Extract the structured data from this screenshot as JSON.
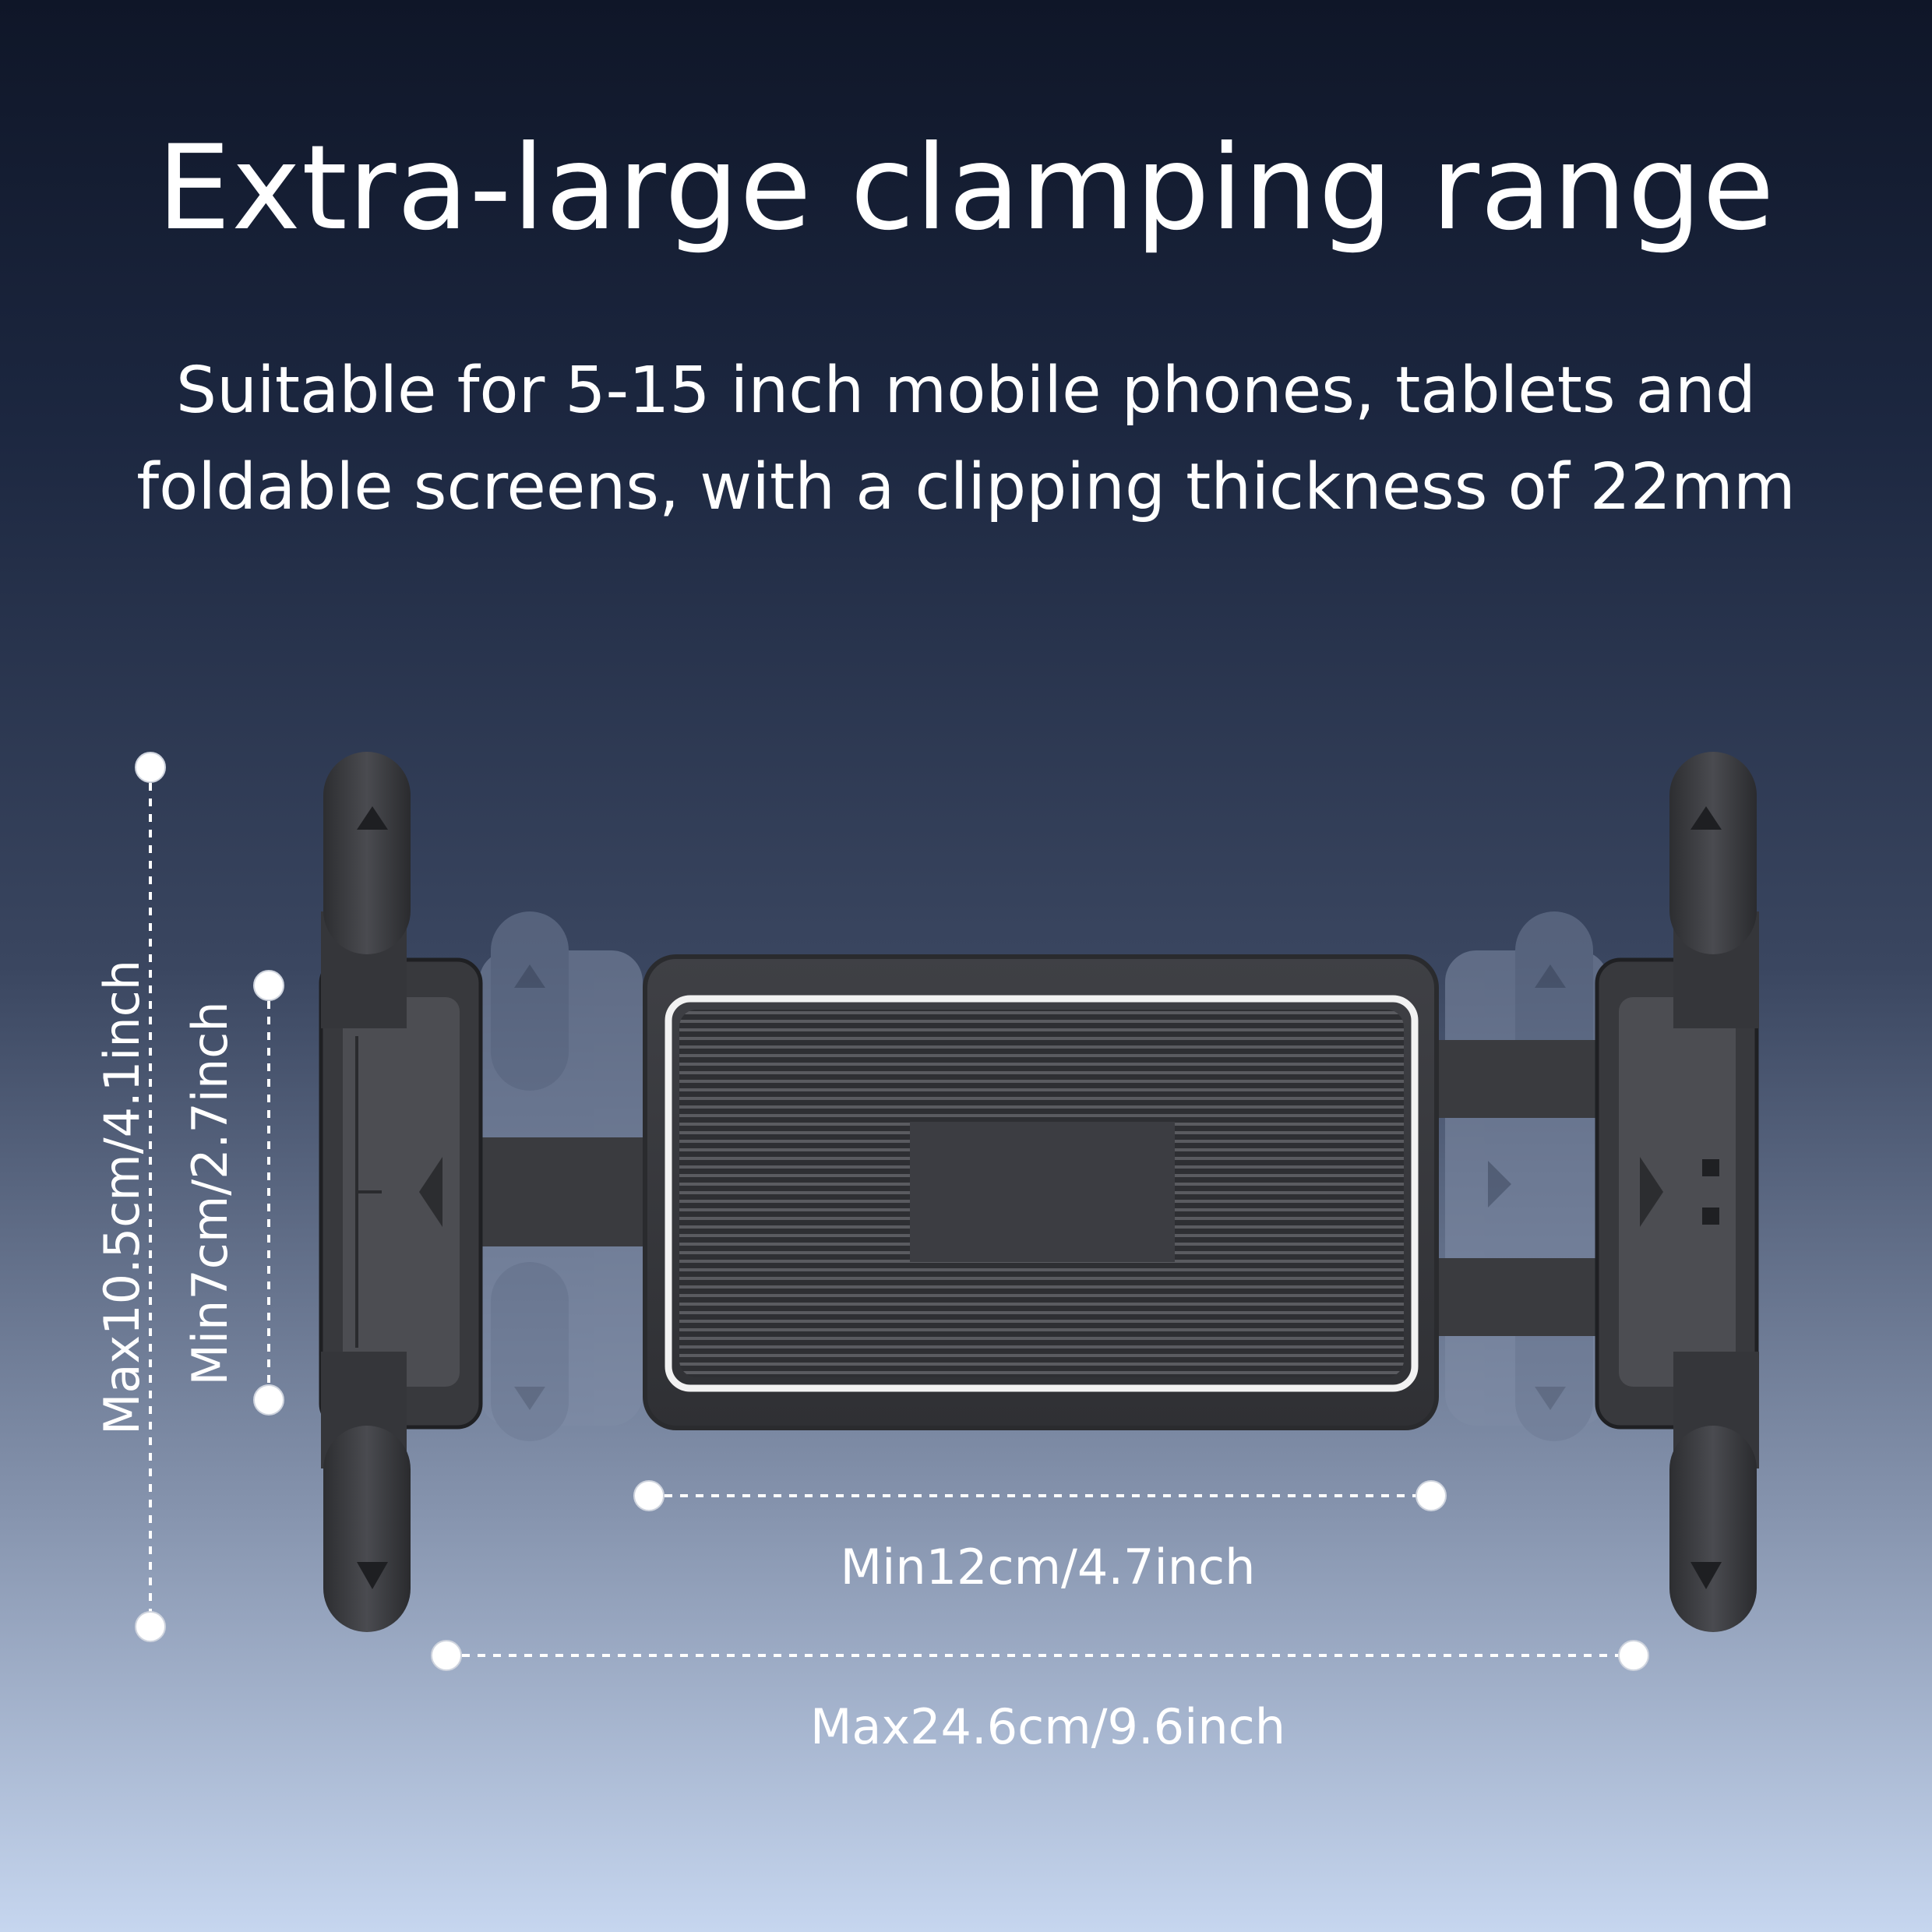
{
  "heading": {
    "title": "Extra-large clamping range",
    "subtitle_line1": "Suitable for 5-15 inch mobile phones, tablets and",
    "subtitle_line2": "foldable screens, with a clipping thickness of 22mm"
  },
  "dimensions": {
    "max_height": "Max10.5cm/4.1inch",
    "min_height": "Min7cm/2.7inch",
    "min_width": "Min12cm/4.7inch",
    "max_width": "Max24.6cm/9.6inch"
  },
  "colors": {
    "background_top": "#0f1628",
    "background_bottom": "#c6d6ef",
    "holder_dark": "#3a3b3f",
    "holder_ghost": "#8d9ab2"
  }
}
